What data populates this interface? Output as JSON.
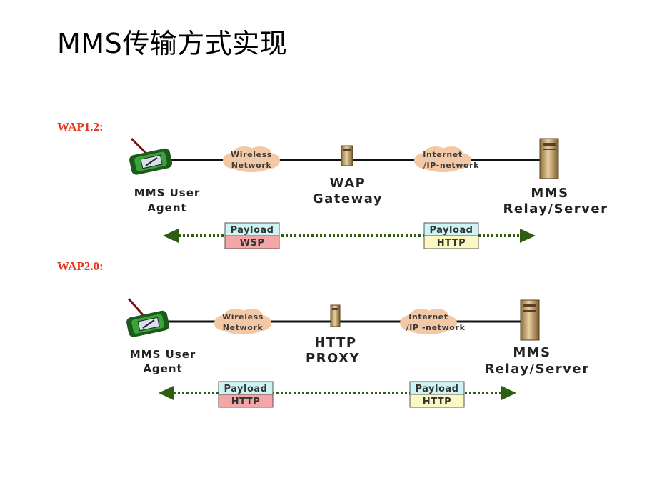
{
  "title": "MMS传输方式实现",
  "wap12": {
    "label": "WAP1.2:",
    "cloud1": [
      "Wireless",
      "Network"
    ],
    "cloud2": [
      "Internet",
      "/IP-network"
    ],
    "agent": [
      "MMS User",
      "Agent"
    ],
    "gateway": [
      "WAP",
      "Gateway"
    ],
    "server": [
      "MMS",
      "Relay/Server"
    ],
    "box1": [
      "Payload",
      "WSP"
    ],
    "box2": [
      "Payload",
      "HTTP"
    ]
  },
  "wap20": {
    "label": "WAP2.0:",
    "cloud1": [
      "Wireless",
      "Network"
    ],
    "cloud2": [
      "Internet",
      "/IP -network"
    ],
    "agent": [
      "MMS User",
      "Agent"
    ],
    "proxy": [
      "HTTP",
      "PROXY"
    ],
    "server": [
      "MMS",
      "Relay/Server"
    ],
    "box1": [
      "Payload",
      "HTTP"
    ],
    "box2": [
      "Payload",
      "HTTP"
    ]
  },
  "colors": {
    "section_label": "#e8321a",
    "cloud": "#f2c9a4",
    "payload_top": "#ccf4f4",
    "wsp_bottom": "#f4a6a6",
    "http_pink": "#f4a6a6",
    "http_yellow": "#fbf8c4",
    "arrow": "#2e5e12"
  }
}
